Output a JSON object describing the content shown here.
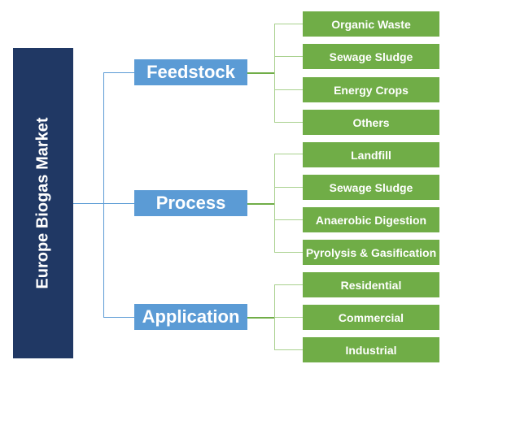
{
  "title": "Europe Biogas Market",
  "categories": [
    {
      "label": "Feedstock",
      "children": [
        "Organic Waste",
        "Sewage Sludge",
        "Energy Crops",
        "Others"
      ]
    },
    {
      "label": "Process",
      "children": [
        "Landfill",
        "Sewage Sludge",
        "Anaerobic Digestion",
        "Pyrolysis & Gasification"
      ]
    },
    {
      "label": "Application",
      "children": [
        "Residential",
        "Commercial",
        "Industrial"
      ]
    }
  ],
  "colors": {
    "root": "#203864",
    "category": "#5b9bd5",
    "leaf": "#70ad47"
  }
}
